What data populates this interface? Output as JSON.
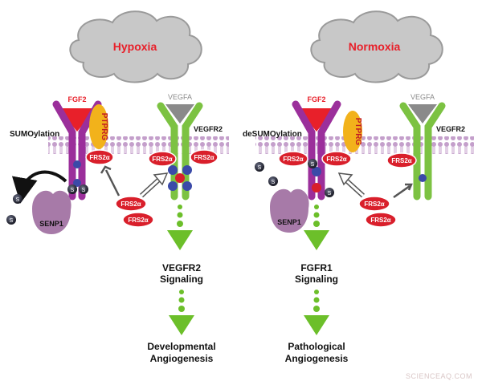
{
  "panels": {
    "left": {
      "condition": "Hypoxia",
      "modification": "SUMOylation",
      "enzyme": "SENP1",
      "ligand_fgf": "FGF2",
      "ligand_vegf": "VEGFA",
      "receptor_vegf": "VEGFR2",
      "phosphatase": "PTPRG",
      "adaptor": "FRS2α",
      "sumo": "S",
      "signaling_line1": "VEGFR2",
      "signaling_line2": "Signaling",
      "outcome_line1": "Developmental",
      "outcome_line2": "Angiogenesis"
    },
    "right": {
      "condition": "Normoxia",
      "modification": "deSUMOylation",
      "enzyme": "SENP1",
      "ligand_fgf": "FGF2",
      "ligand_vegf": "VEGFA",
      "receptor_vegf": "VEGFR2",
      "phosphatase": "PTPRG",
      "adaptor": "FRS2α",
      "sumo": "S",
      "signaling_line1": "FGFR1",
      "signaling_line2": "Signaling",
      "outcome_line1": "Pathological",
      "outcome_line2": "Angiogenesis"
    }
  },
  "watermark": "SCIENCEAQ.COM",
  "colors": {
    "cloud": "#c9c9c9",
    "condition_text": "#e8202a",
    "fgf2": "#e8202a",
    "vegfa": "#8a8a8a",
    "fgfr": "#9b2f9b",
    "vegfr": "#7cc242",
    "ptprg": "#f2b21b",
    "frs2": "#d91f2b",
    "membrane": "#c7a6cf",
    "arrow_green": "#6cbf2a",
    "senp1": "#a77aa8",
    "sumo": "#2b2b3a"
  }
}
